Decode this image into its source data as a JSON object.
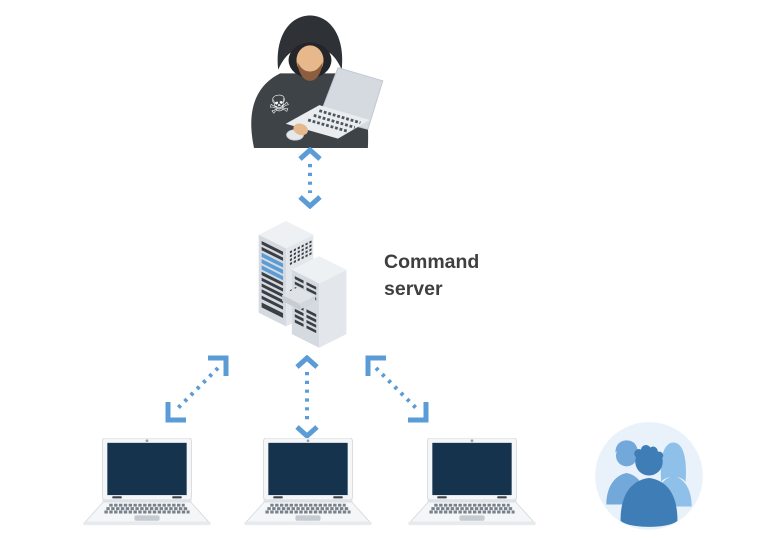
{
  "diagram": {
    "type": "botnet-command-and-control-topology",
    "command_server_label": "Command server",
    "nodes": [
      {
        "id": "attacker",
        "icon": "hacker-icon"
      },
      {
        "id": "command-server",
        "icon": "server-rack-icon",
        "label": "Command server"
      },
      {
        "id": "infected-laptop-1",
        "icon": "laptop-icon"
      },
      {
        "id": "infected-laptop-2",
        "icon": "laptop-icon"
      },
      {
        "id": "infected-laptop-3",
        "icon": "laptop-icon"
      },
      {
        "id": "users",
        "icon": "user-group-icon"
      }
    ],
    "edges": [
      {
        "from": "attacker",
        "to": "command-server",
        "direction": "bidirectional",
        "style": "dotted"
      },
      {
        "from": "command-server",
        "to": "infected-laptop-1",
        "direction": "bidirectional",
        "style": "dotted"
      },
      {
        "from": "command-server",
        "to": "infected-laptop-2",
        "direction": "bidirectional",
        "style": "dotted"
      },
      {
        "from": "command-server",
        "to": "infected-laptop-3",
        "direction": "bidirectional",
        "style": "dotted"
      }
    ]
  },
  "icons": {
    "skull_glyph": "☠"
  },
  "colors": {
    "background": "#ffffff",
    "arrow": "#5b9cd6",
    "label-text": "#3f3f3f",
    "hoodie": "#3e4347",
    "hood-dark": "#2e3135",
    "hood-inner": "#232528",
    "skin": "#e8b88d",
    "beard": "#8c5e3e",
    "hacker-laptop": "#d5dae0",
    "laptop-screen": "#16334d",
    "laptop-body": "#f4f6f8",
    "laptop-edge": "#d9dde1",
    "laptop-keys": "#79828a",
    "server-top": "#eef1f3",
    "server-face": "#d4dae0",
    "server-side": "#e3e7eb",
    "server-slot": "#3a3f45",
    "server-slot-blue": "#5b9cd6",
    "users-bg": "#e9f2fb",
    "user-left": "#73a8da",
    "user-right": "#8fc0ea",
    "user-center": "#3f7db6"
  }
}
